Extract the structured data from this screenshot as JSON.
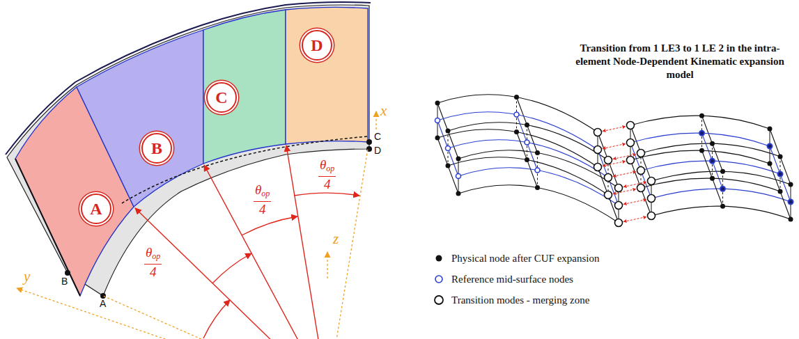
{
  "diagram": {
    "title": "Transition from 1 LE3 to 1 LE 2 in the intra-element Node-Dependent Kinematic expansion model",
    "nodes": [
      {
        "text": [
          "A"
        ]
      },
      {
        "text": [
          "B"
        ]
      },
      {
        "text": [
          "C"
        ]
      },
      {
        "text": [
          "D"
        ]
      }
    ],
    "labels": [
      "θ",
      "op",
      "4",
      "θ",
      "op",
      "4",
      "θ",
      "op",
      "4",
      "x",
      "y",
      "z",
      "A",
      "B",
      "C",
      "D"
    ],
    "legend": [
      {
        "text": "Physical node after CUF expansion"
      },
      {
        "text": "Reference mid-surface nodes"
      },
      {
        "text": "Transition modes - merging zone"
      }
    ]
  }
}
